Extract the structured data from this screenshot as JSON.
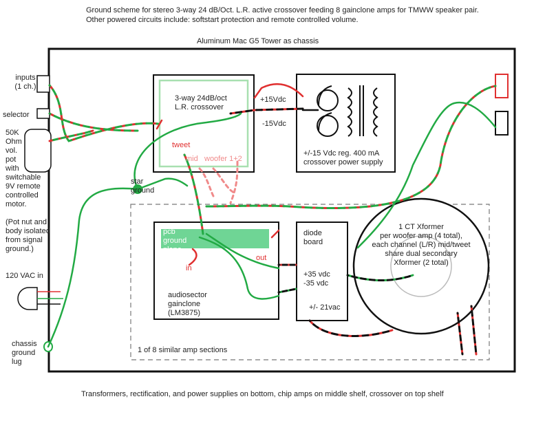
{
  "header": {
    "line1": "Ground scheme for stereo 3-way 24 dB/Oct. L.R. active crossover feeding 8 gainclone amps for TMWW speaker pair.",
    "line2": "Other powered circuits include: softstart protection and remote controlled volume."
  },
  "chassis_label": "Aluminum Mac G5 Tower as chassis",
  "left_labels": {
    "inputs": "inputs\n(1 ch.)",
    "selector": "selector",
    "volume": "50K\nOhm\nvol.\npot\nwith\nswitchable\n 9V remote\ncontrolled\nmotor.",
    "isolation": "(Pot nut and\nbody isolated\nfrom signal\nground.)",
    "ac_in": "120 VAC in",
    "ground_lug": "chassis\nground\nlug"
  },
  "crossover": {
    "title": "3-way 24dB/oct\nL.R. crossover",
    "tweet": "tweet",
    "mid": "mid",
    "woofer": "woofer 1+2"
  },
  "star_ground": "star\nground",
  "rails": {
    "pos": "+15Vdc",
    "neg": "-15Vdc"
  },
  "psu": {
    "label": "+/-15 Vdc reg. 400 mA\ncrossover power supply"
  },
  "amp_section": {
    "pcb": "pcb\nground\nplane",
    "in": "in",
    "out": "out",
    "label": "audiosector\ngainclone\n(LM3875)",
    "note": "1 of 8 similar amp sections"
  },
  "diode_board": {
    "title": "diode\nboard",
    "voltages": "+35 vdc\n-35 vdc",
    "ac": "+/- 21vac"
  },
  "transformer": {
    "label": "1 CT Xformer\nper woofer amp (4 total),\neach channel (L/R) mid/tweet\nshare dual secondary\nXformer (2 total)"
  },
  "footer": "Transformers, rectification, and power supplies on bottom, chip amps on middle shelf, crossover on top shelf",
  "colors": {
    "wire_red": "#e03030",
    "wire_green": "#22aa44",
    "wire_black": "#111111",
    "pcb": "#5fd08a",
    "panel_green": "#a8e0b0"
  }
}
